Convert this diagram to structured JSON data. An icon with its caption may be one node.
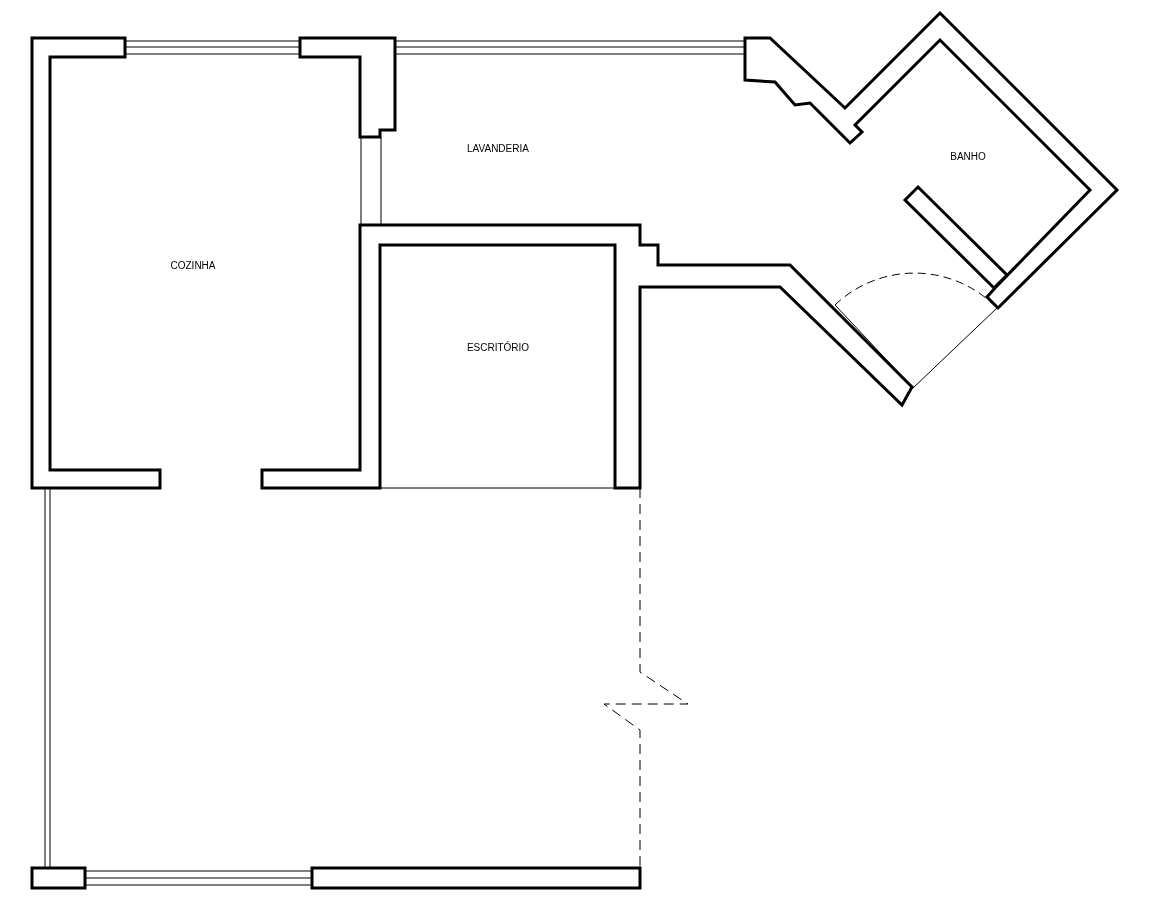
{
  "diagram": {
    "labels": [
      "LAVANDERIA",
      "BANHO",
      "COZINHA",
      "ESCRITÓRIO"
    ]
  }
}
